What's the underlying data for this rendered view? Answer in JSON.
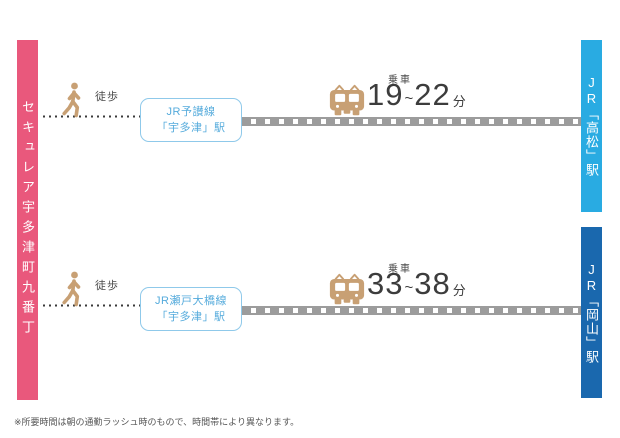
{
  "property": {
    "name": "セキュレア宇多津町九番丁",
    "bar_color": "#e9587c"
  },
  "routes": [
    {
      "walk_label": "徒歩",
      "transfer_station": {
        "line": "JR予讃線",
        "station": "「宇多津」駅"
      },
      "ride_label": "乗車",
      "time": {
        "from": "19",
        "separator": "~",
        "to": "22",
        "unit": "分"
      },
      "destination": {
        "name": "JR「高松」駅",
        "bar_color": "#29abe2"
      }
    },
    {
      "walk_label": "徒歩",
      "transfer_station": {
        "line": "JR瀬戸大橋線",
        "station": "「宇多津」駅"
      },
      "ride_label": "乗車",
      "time": {
        "from": "33",
        "separator": "~",
        "to": "38",
        "unit": "分"
      },
      "destination": {
        "name": "JR「岡山」駅",
        "bar_color": "#1a68ae"
      }
    }
  ],
  "footnote": "※所要時間は朝の通勤ラッシュ時のもので、時間帯により異なります。",
  "icons": {
    "walk": "walk-person-icon",
    "train": "train-front-icon",
    "icon_color": "#c8a074"
  },
  "colors": {
    "rail_gray": "#9c9c9c",
    "dot_color": "#3a3a3a",
    "box_border": "#8fc9ea",
    "box_text": "#55abdc",
    "time_text": "#3c3c3c"
  }
}
